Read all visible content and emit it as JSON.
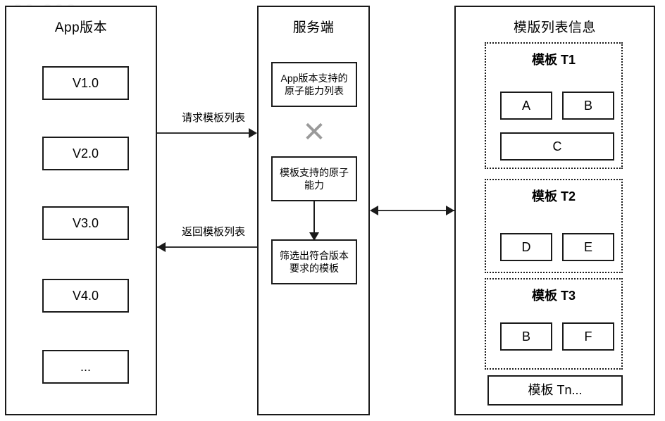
{
  "diagram": {
    "lanes": [
      {
        "id": "app-version",
        "title": "App版本",
        "items": [
          {
            "label": "V1.0"
          },
          {
            "label": "V2.0"
          },
          {
            "label": "V3.0"
          },
          {
            "label": "V4.0"
          },
          {
            "label": "..."
          }
        ]
      },
      {
        "id": "server",
        "title": "服务端",
        "nodes": [
          {
            "id": "app-caps",
            "label": "App版本支持的原子能力列表"
          },
          {
            "id": "operator",
            "label": "✕"
          },
          {
            "id": "template-caps",
            "label": "模板支持的原子能力"
          },
          {
            "id": "filter-result",
            "label": "筛选出符合版本要求的模板"
          }
        ]
      },
      {
        "id": "template-list",
        "title": "模版列表信息",
        "groups": [
          {
            "id": "t1",
            "title": "模板 T1",
            "row1": [
              "A",
              "B"
            ],
            "row2": [
              "C"
            ]
          },
          {
            "id": "t2",
            "title": "模板 T2",
            "row1": [
              "D",
              "E"
            ]
          },
          {
            "id": "t3",
            "title": "模板 T3",
            "row1": [
              "B",
              "F"
            ]
          }
        ],
        "more": {
          "label": "模板 Tn..."
        }
      }
    ],
    "edges": [
      {
        "id": "request",
        "label": "请求模板列表",
        "direction": "right"
      },
      {
        "id": "response",
        "label": "返回模板列表",
        "direction": "left"
      },
      {
        "id": "server-templates",
        "label": "",
        "direction": "both"
      }
    ],
    "watermark": "20 202"
  },
  "colors": {
    "stroke": "#1a1a1a",
    "connector": "#333333",
    "operator": "#9a9a9a",
    "background": "#ffffff"
  }
}
